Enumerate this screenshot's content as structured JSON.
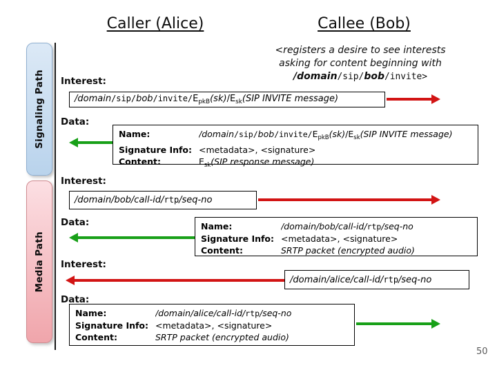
{
  "headers": {
    "caller": "Caller (Alice)",
    "callee": "Callee (Bob)"
  },
  "paths": {
    "signaling": "Signaling Path",
    "media": "Media Path"
  },
  "labels": {
    "interest": "Interest:",
    "data": "Data:",
    "name": "Name:",
    "signature": "Signature Info:",
    "content": "Content:"
  },
  "registration_note": {
    "line1": "<registers a desire to see interests",
    "line2": "asking for content beginning with",
    "line3_segments": [
      {
        "t": "/domain",
        "s": "bi"
      },
      {
        "t": "/sip/",
        "s": "mono"
      },
      {
        "t": "bob",
        "s": "bi"
      },
      {
        "t": "/invite>",
        "s": "mono"
      }
    ]
  },
  "messages": {
    "interest1": [
      {
        "t": "/domain",
        "s": "it"
      },
      {
        "t": "/sip/",
        "s": "mono"
      },
      {
        "t": "bob",
        "s": "it"
      },
      {
        "t": "/invite/",
        "s": "mono"
      },
      {
        "t": "E",
        "s": "pl"
      },
      {
        "t": "pkB",
        "s": "sub"
      },
      {
        "t": "(sk)",
        "s": "it"
      },
      {
        "t": "/E",
        "s": "pl"
      },
      {
        "t": "sk",
        "s": "sub"
      },
      {
        "t": "(SIP INVITE message)",
        "s": "it"
      }
    ],
    "data1_name": [
      {
        "t": "/domain",
        "s": "it"
      },
      {
        "t": "/sip/",
        "s": "mono"
      },
      {
        "t": "bob",
        "s": "it"
      },
      {
        "t": "/invite/",
        "s": "mono"
      },
      {
        "t": "E",
        "s": "pl"
      },
      {
        "t": "pkB",
        "s": "sub"
      },
      {
        "t": "(sk)",
        "s": "it"
      },
      {
        "t": "/E",
        "s": "pl"
      },
      {
        "t": "sk",
        "s": "sub"
      },
      {
        "t": "(SIP INVITE message)",
        "s": "it"
      }
    ],
    "data1_sig": [
      {
        "t": "<metadata>, <signature>",
        "s": "pl"
      }
    ],
    "data1_content": [
      {
        "t": "E",
        "s": "pl"
      },
      {
        "t": "sk",
        "s": "sub"
      },
      {
        "t": "(SIP response message)",
        "s": "it"
      }
    ],
    "interest2": [
      {
        "t": "/domain/bob/call-id/",
        "s": "it"
      },
      {
        "t": "rtp",
        "s": "mono"
      },
      {
        "t": "/seq-no",
        "s": "it"
      }
    ],
    "data2_name": [
      {
        "t": "/domain/bob/call-id/",
        "s": "it"
      },
      {
        "t": "rtp",
        "s": "mono"
      },
      {
        "t": "/seq-no",
        "s": "it"
      }
    ],
    "data2_sig": [
      {
        "t": "<metadata>, <signature>",
        "s": "pl"
      }
    ],
    "data2_content": [
      {
        "t": "SRTP packet (encrypted audio)",
        "s": "it"
      }
    ],
    "interest3": [
      {
        "t": "/domain/alice/call-id/",
        "s": "it"
      },
      {
        "t": "rtp",
        "s": "mono"
      },
      {
        "t": "/seq-no",
        "s": "it"
      }
    ],
    "data3_name": [
      {
        "t": "/domain/alice/call-id/",
        "s": "it"
      },
      {
        "t": "rtp",
        "s": "mono"
      },
      {
        "t": "/seq-no",
        "s": "it"
      }
    ],
    "data3_sig": [
      {
        "t": "<metadata>, <signature>",
        "s": "pl"
      }
    ],
    "data3_content": [
      {
        "t": "SRTP packet (encrypted audio)",
        "s": "it"
      }
    ]
  },
  "page_number": "50",
  "colors": {
    "arrow_red": "#d21414",
    "arrow_green": "#18a018",
    "signaling_bar_top": "#dce9f6",
    "signaling_bar_bottom": "#b9d3ec",
    "signaling_bar_border": "#8fafd0",
    "media_bar_top": "#fcdfe3",
    "media_bar_bottom": "#f0a5ab",
    "media_bar_border": "#d08b90",
    "page_number_color": "#595959"
  }
}
